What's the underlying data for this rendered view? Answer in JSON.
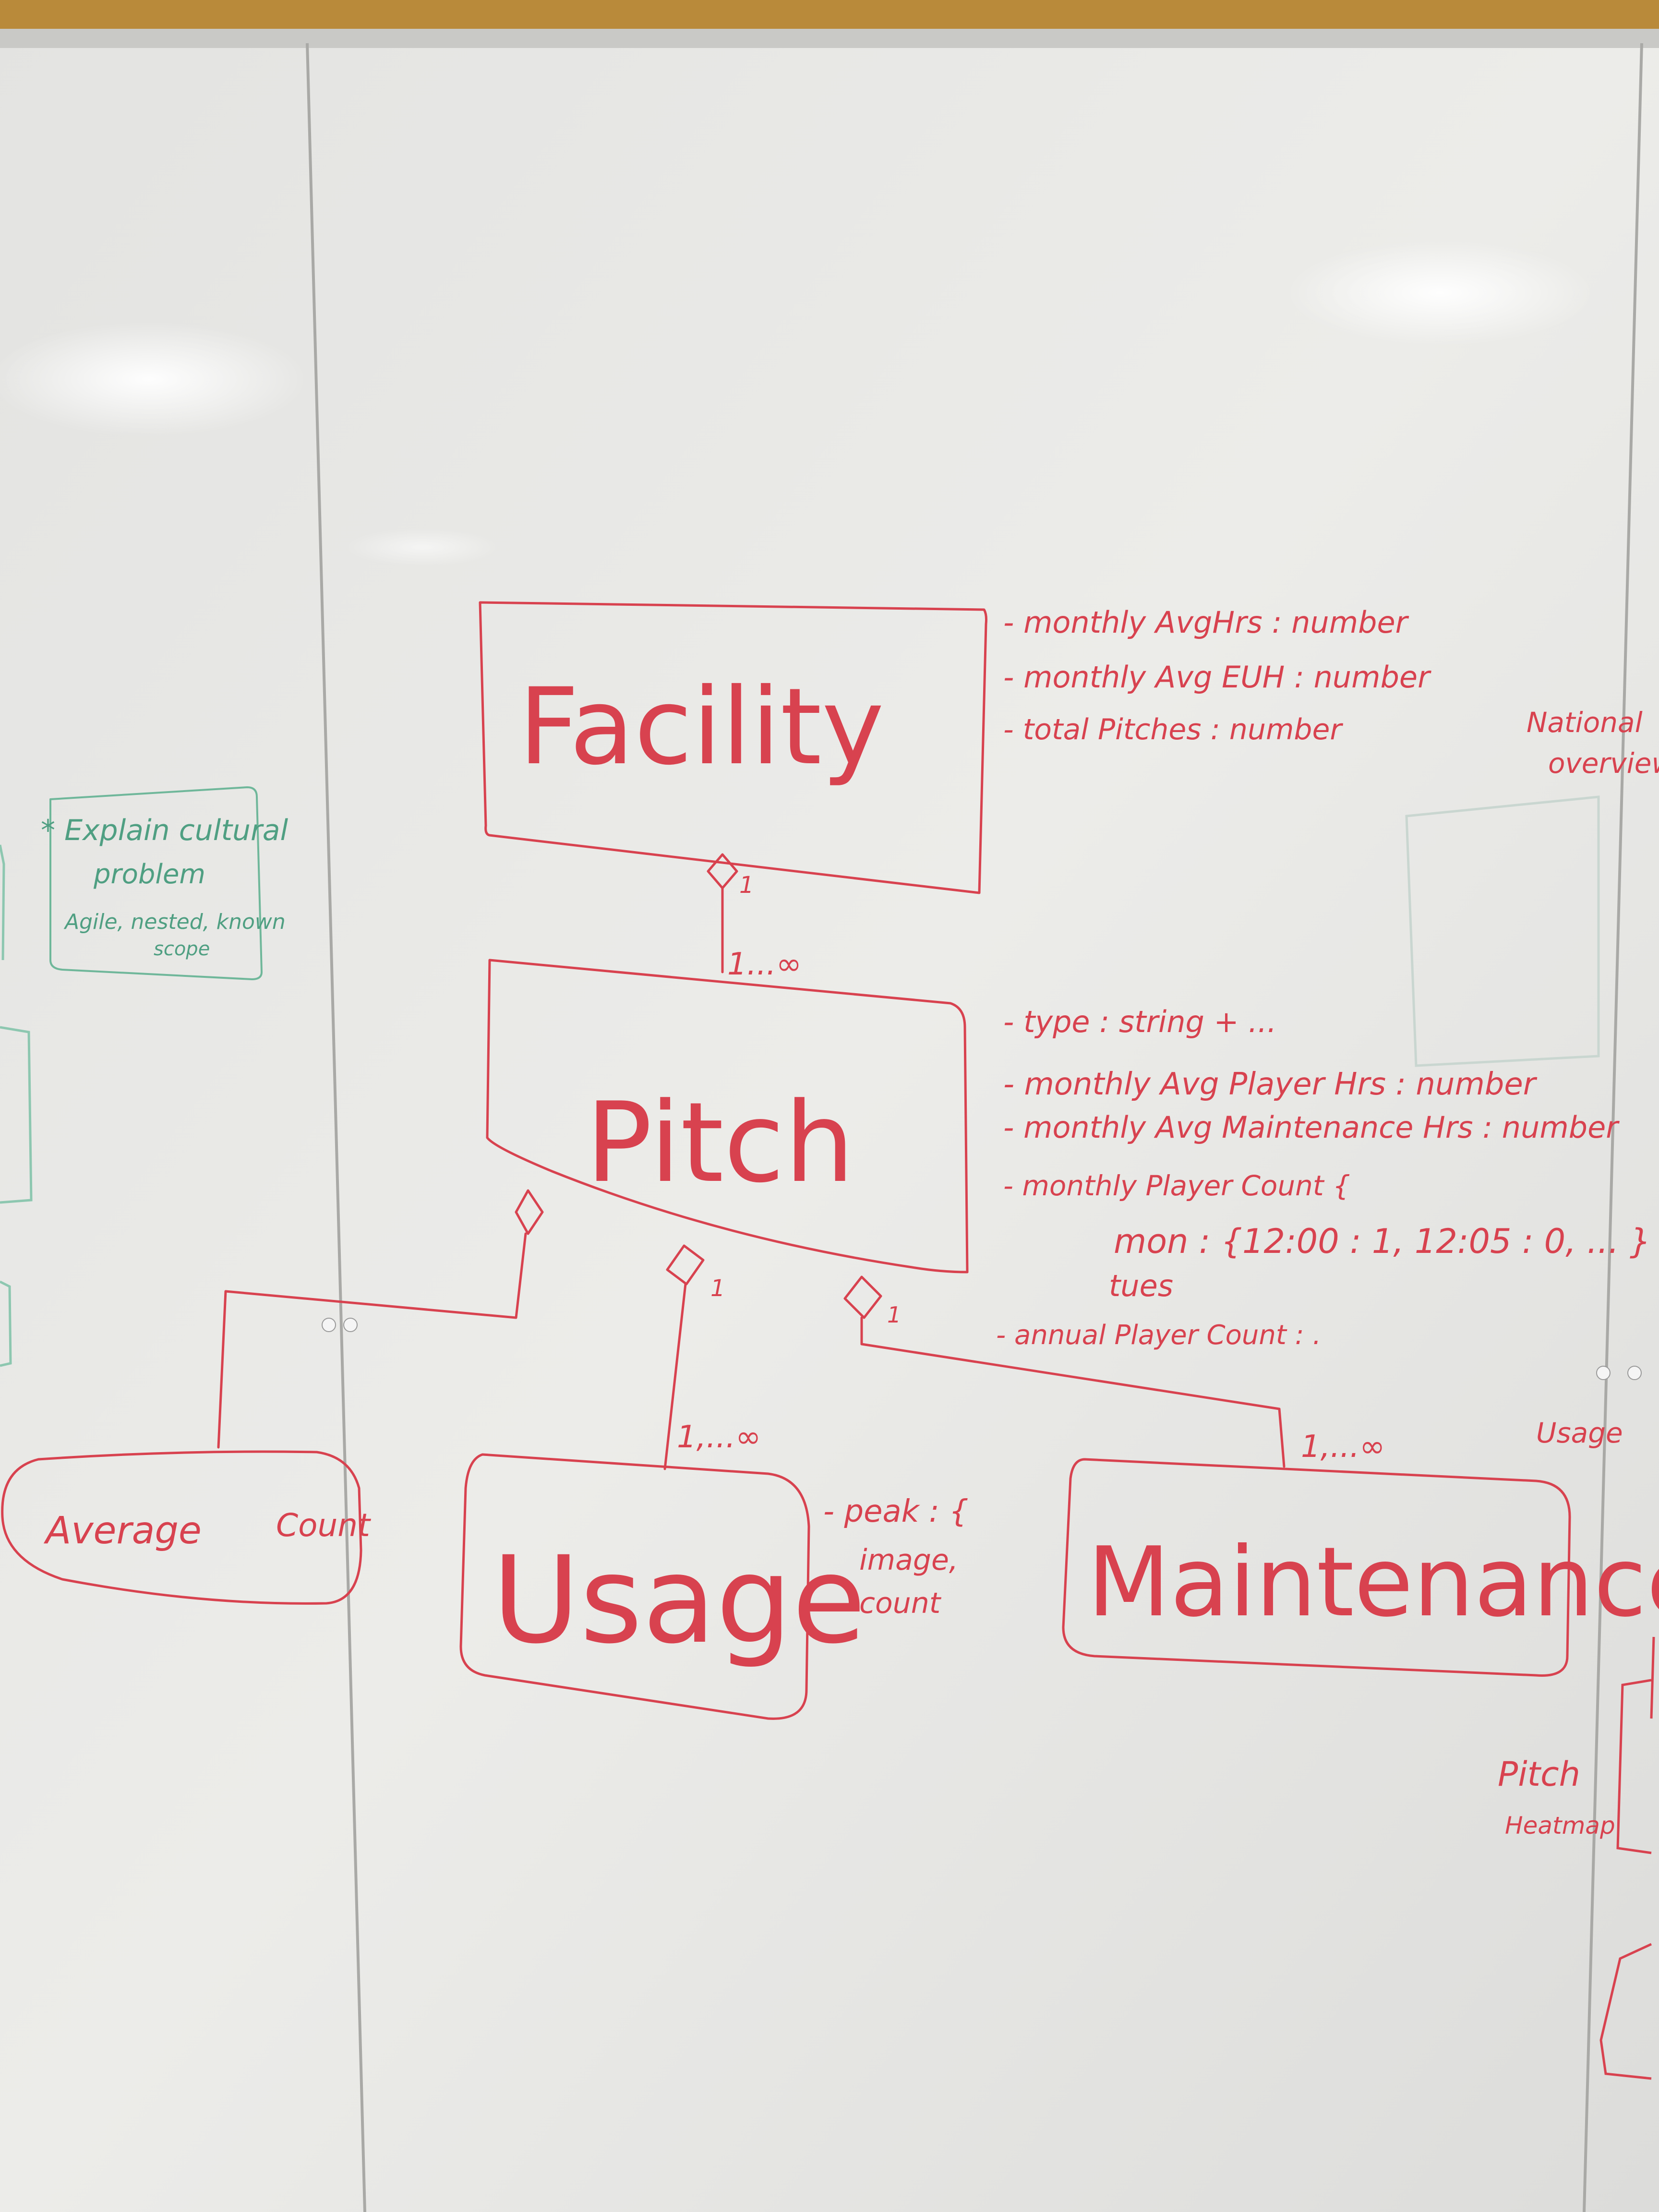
{
  "diagram": {
    "classes": {
      "facility": {
        "name": "Facility"
      },
      "pitch": {
        "name": "Pitch"
      },
      "usage": {
        "name": "Usage"
      },
      "maintenance": {
        "name": "Maintenance"
      },
      "average": {
        "left": "Average",
        "right": "Count"
      }
    },
    "facility_attrs": [
      "- monthly AvgHrs : number",
      "- monthly Avg EUH : number",
      "- total Pitches : number"
    ],
    "pitch_attrs": [
      "- type : string + ...",
      "- monthly Avg Player Hrs : number",
      "- monthly Avg Maintenance Hrs : number",
      "- monthly Player Count  {",
      "mon   : {12:00 : 1,  12:05 : 0, ... }",
      "tues",
      "- annual Player Count : ."
    ],
    "usage_attrs": [
      "- peak : {",
      "image,",
      "count"
    ],
    "multiplicity": {
      "facility_one": "1",
      "facility_many": "1...∞",
      "usage_one": "1",
      "usage_many": "1,...∞",
      "maint_one": "1",
      "maint_many": "1,...∞"
    },
    "side_notes": {
      "national_1": "National",
      "national_2": "overview",
      "usage": "Usage",
      "pitch_1": "Pitch",
      "pitch_2": "Heatmap"
    },
    "green_note": [
      "* Explain cultural",
      "problem",
      "Agile, nested, known",
      "scope"
    ]
  },
  "colors": {
    "marker_red": "#d8424f",
    "marker_green": "#4f9f82",
    "board": "#ededeb"
  }
}
